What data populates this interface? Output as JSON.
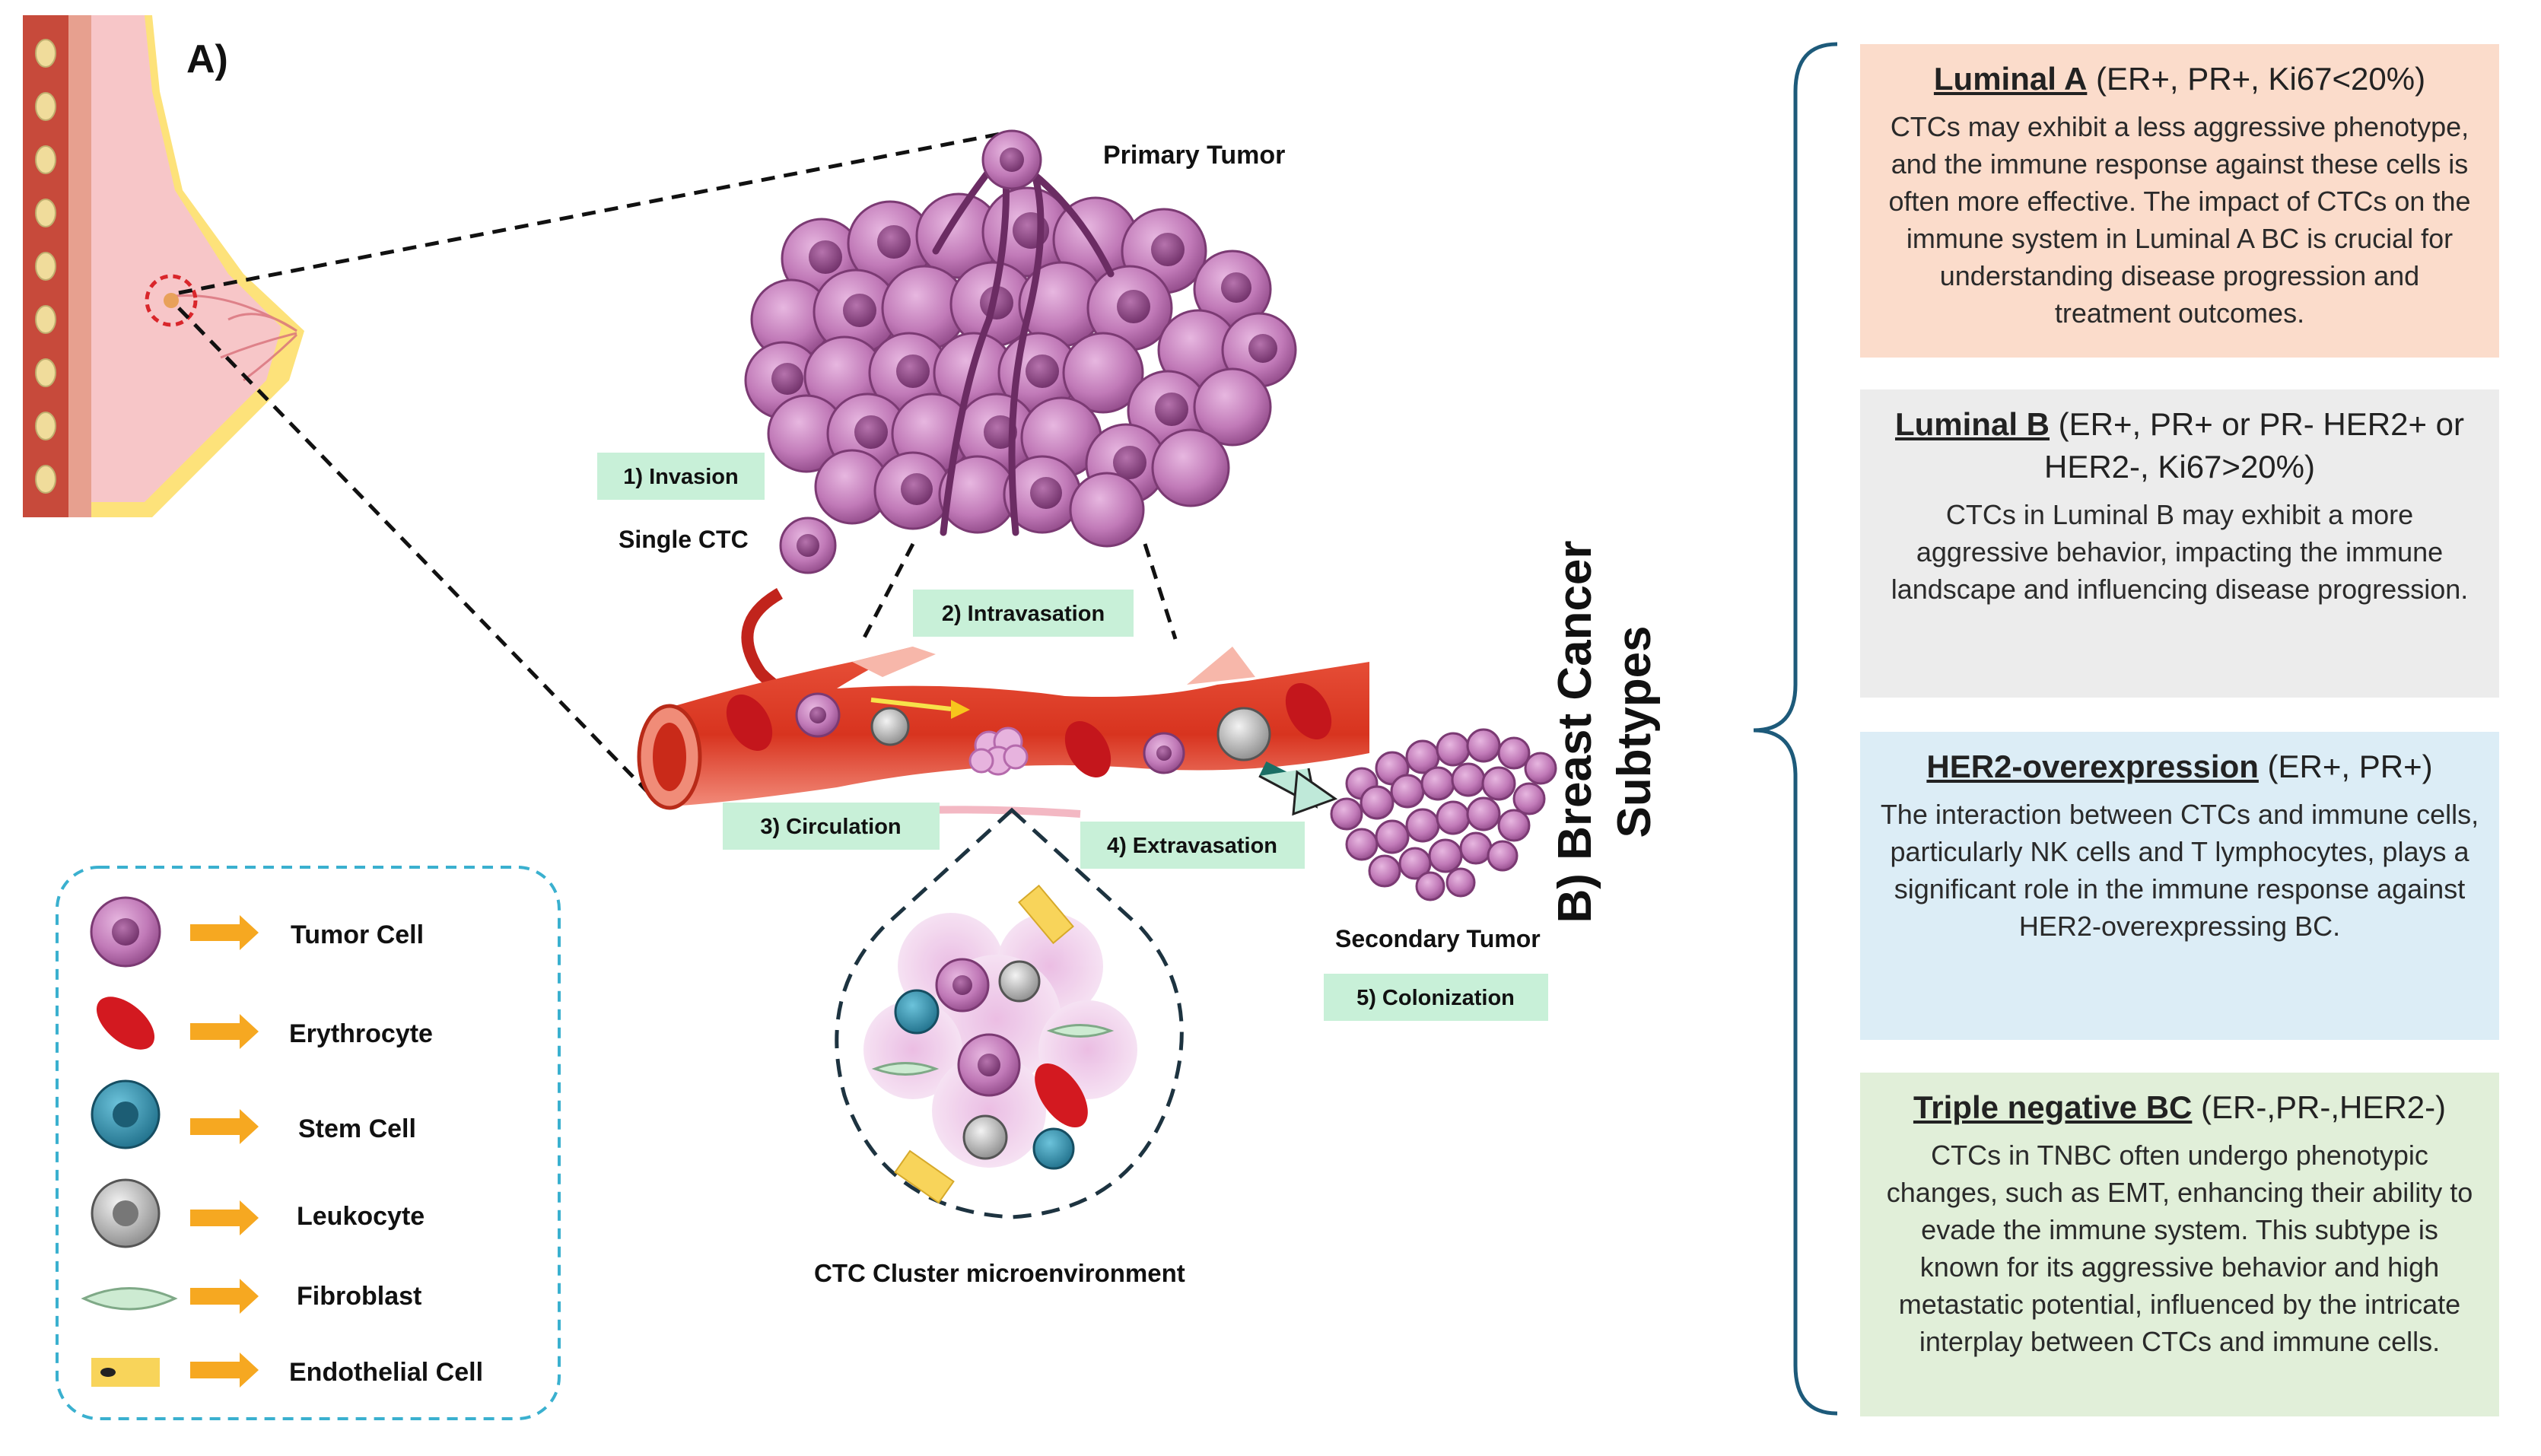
{
  "panel_a": {
    "label": "A)",
    "primary_tumor": "Primary Tumor",
    "single_ctc": "Single CTC",
    "secondary_tumor": "Secondary Tumor",
    "cluster_caption": "CTC Cluster microenvironment",
    "steps": [
      "1) Invasion",
      "2) Intravasation",
      "3) Circulation",
      "4) Extravasation",
      "5) Colonization"
    ],
    "legend": [
      {
        "label": "Tumor Cell",
        "icon": "tumor-cell-icon"
      },
      {
        "label": "Erythrocyte",
        "icon": "erythrocyte-icon"
      },
      {
        "label": "Stem Cell",
        "icon": "stem-cell-icon"
      },
      {
        "label": "Leukocyte",
        "icon": "leukocyte-icon"
      },
      {
        "label": "Fibroblast",
        "icon": "fibroblast-icon"
      },
      {
        "label": "Endothelial Cell",
        "icon": "endothelial-cell-icon"
      }
    ]
  },
  "panel_b": {
    "title_line1": "B) Breast Cancer",
    "title_line2": "Subtypes",
    "subtypes": [
      {
        "name": "Luminal A",
        "markers": " (ER+, PR+, Ki67<20%)",
        "text": "CTCs may exhibit a less aggressive phenotype, and the immune response against these cells is often more effective. The impact of CTCs on the immune system in Luminal A BC is crucial for understanding disease progression and treatment outcomes.",
        "color": "#fbdccb"
      },
      {
        "name": "Luminal B",
        "markers": " (ER+, PR+ or PR- HER2+ or HER2-, Ki67>20%)",
        "text": "CTCs in Luminal B may exhibit a more aggressive behavior, impacting the immune landscape and influencing disease progression.",
        "color": "#ececec"
      },
      {
        "name": "HER2-overexpression",
        "markers": " (ER+, PR+)",
        "text": "The interaction between CTCs and immune cells, particularly NK cells and T lymphocytes, plays a significant role in the immune response against HER2-overexpressing BC.",
        "color": "#dcedf6"
      },
      {
        "name": "Triple negative BC",
        "markers": " (ER-,PR-,HER2-)",
        "text": "CTCs in TNBC often undergo phenotypic changes, such as EMT, enhancing their ability to evade the immune system. This subtype is known for its aggressive behavior and high metastatic potential, influenced by the intricate interplay between CTCs and immune cells.",
        "color": "#e1efd9"
      }
    ]
  },
  "colors": {
    "step_box": "#c8f0d8",
    "tumor": "#b56aac",
    "vessel": "#e8412c",
    "arrow": "#f6a821",
    "bracket": "#1d5a7a"
  }
}
